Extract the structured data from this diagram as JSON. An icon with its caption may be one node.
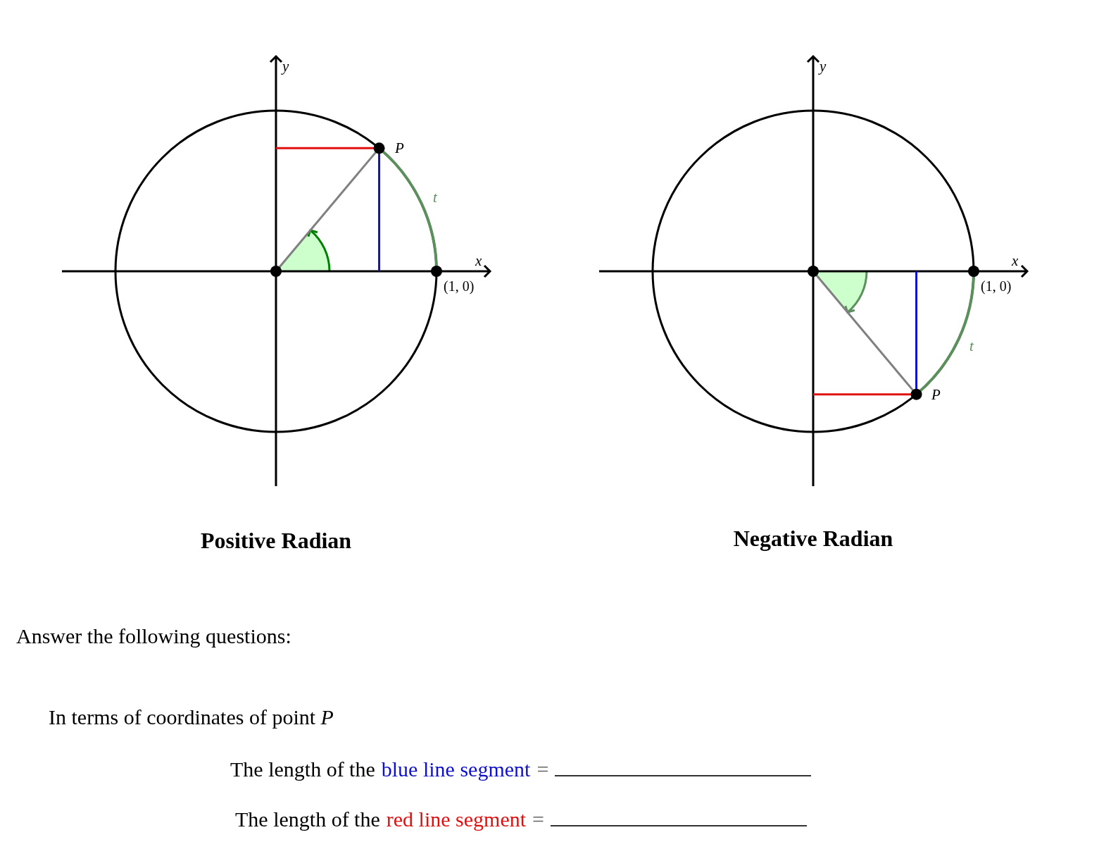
{
  "diagram": {
    "labels": [
      "y",
      "P",
      "t",
      "x",
      "(1, 0)",
      "y",
      "x",
      "(1, 0)",
      "t",
      "P",
      "Positive Radian",
      "Negative Radian",
      "Answer the following questions:",
      "In terms of coordinates of point *P*",
      "The length of the",
      "blue line segment",
      "=",
      "The length of the",
      "red line segment",
      "="
    ]
  }
}
